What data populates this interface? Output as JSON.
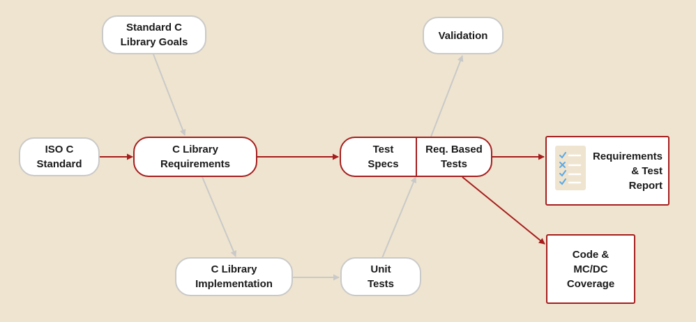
{
  "nodes": {
    "std_goals": "Standard C\nLibrary Goals",
    "validation": "Validation",
    "iso": "ISO C\nStandard",
    "requirements": "C Library\nRequirements",
    "test_specs": "Test\nSpecs",
    "req_tests": "Req. Based\nTests",
    "report": "Requirements\n& Test\nReport",
    "implementation": "C Library\nImplementation",
    "unit_tests": "Unit\nTests",
    "coverage": "Code &\nMC/DC\nCoverage"
  },
  "icons": {
    "report": "checklist-icon"
  },
  "colors": {
    "background": "#efe4cf",
    "red_flow": "#a51d1d",
    "gray_flow": "#c9c9c9",
    "check": "#5aa9e6"
  }
}
